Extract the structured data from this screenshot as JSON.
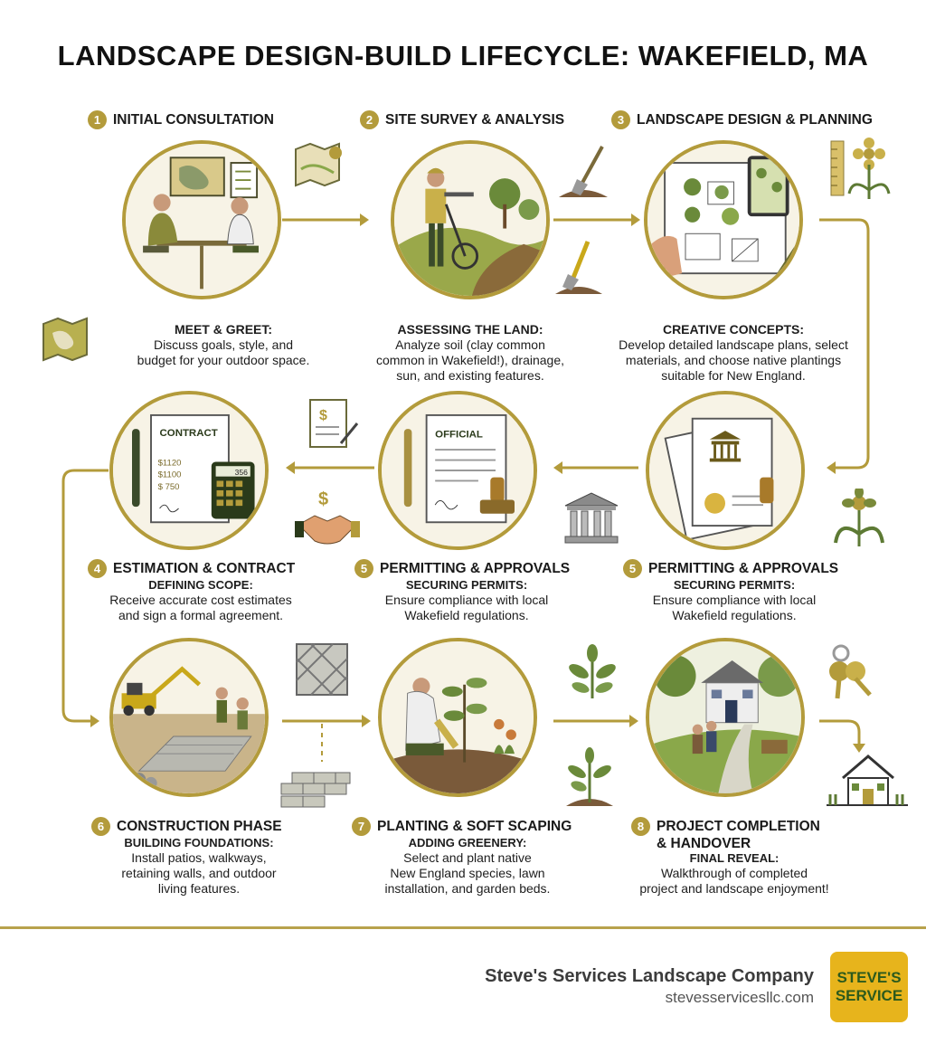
{
  "title": "LANDSCAPE DESIGN-BUILD LIFECYCLE: WAKEFIELD, MA",
  "colors": {
    "accent": "#b39b3b",
    "olive": "#7a7a2e",
    "green": "#5d7a34",
    "text": "#1c1c1c"
  },
  "steps": [
    {
      "num": "1",
      "title": "INITIAL CONSULTATION",
      "lead": "MEET & GREET:",
      "text": [
        "Discuss goals, style, and",
        "budget for your outdoor space."
      ]
    },
    {
      "num": "2",
      "title": "SITE SURVEY & ANALYSIS",
      "lead": "ASSESSING THE LAND:",
      "text": [
        "Analyze soil (clay common",
        "common in Wakefield!), drainage,",
        "sun, and existing features."
      ]
    },
    {
      "num": "3",
      "title": "LANDSCAPE DESIGN & PLANNING",
      "lead": "CREATIVE CONCEPTS:",
      "text": [
        "Develop detailed landscape plans, select",
        "materials, and choose native plantings",
        "suitable for New England."
      ]
    },
    {
      "num": "4",
      "title": "ESTIMATION & CONTRACT",
      "lead": "DEFINING SCOPE:",
      "text": [
        "Receive accurate cost estimates",
        "and sign a formal agreement."
      ]
    },
    {
      "num": "5",
      "title": "PERMITTING & APPROVALS",
      "lead": "SECURING PERMITS:",
      "text": [
        "Ensure compliance with local",
        "Wakefield regulations."
      ]
    },
    {
      "num": "5",
      "title": "PERMITTING & APPROVALS",
      "lead": "SECURING PERMITS:",
      "text": [
        "Ensure compliance with local",
        "Wakefield regulations."
      ]
    },
    {
      "num": "6",
      "title": "CONSTRUCTION PHASE",
      "lead": "BUILDING FOUNDATIONS:",
      "text": [
        "Install patios, walkways,",
        "retaining walls, and outdoor",
        "living features."
      ]
    },
    {
      "num": "7",
      "title": "PLANTING & SOFT SCAPING",
      "lead": "ADDING GREENERY:",
      "text": [
        "Select and plant native",
        "New England species, lawn",
        "installation, and garden beds."
      ]
    },
    {
      "num": "8",
      "title": "PROJECT COMPLETION",
      "title2": "& HANDOVER",
      "lead": "FINAL REVEAL:",
      "text": [
        "Walkthrough of completed",
        "project and landscape enjoyment!"
      ]
    }
  ],
  "documents": {
    "contract_label": "CONTRACT",
    "contract_lines": [
      "$1120",
      "$1100",
      "$ 750"
    ],
    "calc_display": "356",
    "official_label": "OFFICIAL"
  },
  "icons": {
    "map": "map-pin-icon",
    "shovel": "shovel-icon",
    "flower": "flower-icon",
    "invoice": "invoice-icon",
    "handshake": "handshake-icon",
    "courthouse": "courthouse-icon",
    "paving": "paving-tile-icon",
    "bricks": "bricks-icon",
    "seedling": "seedling-icon",
    "keys": "keys-icon",
    "house": "house-icon"
  },
  "footer": {
    "company": "Steve's Services Landscape Company",
    "website": "stevesservicesllc.com",
    "logo_text": "STEVE'S SERVICE"
  }
}
